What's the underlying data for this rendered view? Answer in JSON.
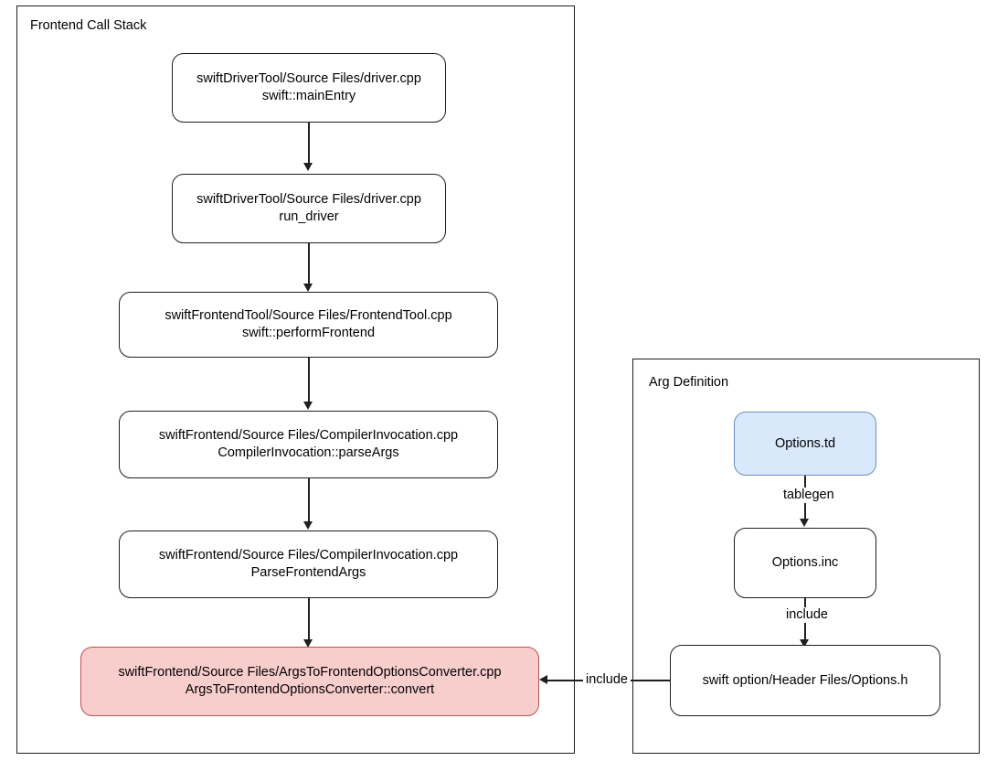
{
  "diagram": {
    "title_visible": false,
    "colors": {
      "stroke": "#1f1f1f",
      "node_fill": "#ffffff",
      "highlight_pink_fill": "#f8cecc",
      "highlight_pink_stroke": "#b85450",
      "highlight_blue_fill": "#dae8fc",
      "highlight_blue_stroke": "#6c8ebf",
      "background": "#ffffff"
    },
    "containers": [
      {
        "id": "frontend-call-stack",
        "label": "Frontend Call Stack"
      },
      {
        "id": "arg-definition",
        "label": "Arg Definition"
      }
    ],
    "nodes": [
      {
        "id": "main-entry",
        "line1": "swiftDriverTool/Source Files/driver.cpp",
        "line2": "swift::mainEntry",
        "style": "plain"
      },
      {
        "id": "run-driver",
        "line1": "swiftDriverTool/Source Files/driver.cpp",
        "line2": "run_driver",
        "style": "plain"
      },
      {
        "id": "perform-frontend",
        "line1": "swiftFrontendTool/Source Files/FrontendTool.cpp",
        "line2": "swift::performFrontend",
        "style": "plain"
      },
      {
        "id": "parse-args",
        "line1": "swiftFrontend/Source Files/CompilerInvocation.cpp",
        "line2": "CompilerInvocation::parseArgs",
        "style": "plain"
      },
      {
        "id": "parse-frontend-args",
        "line1": "swiftFrontend/Source Files/CompilerInvocation.cpp",
        "line2": "ParseFrontendArgs",
        "style": "plain"
      },
      {
        "id": "args-converter",
        "line1": "swiftFrontend/Source Files/ArgsToFrontendOptionsConverter.cpp",
        "line2": "ArgsToFrontendOptionsConverter::convert",
        "style": "pink"
      },
      {
        "id": "options-td",
        "line1": "Options.td",
        "line2": "",
        "style": "blue"
      },
      {
        "id": "options-inc",
        "line1": "Options.inc",
        "line2": "",
        "style": "plain"
      },
      {
        "id": "options-h",
        "line1": "swift option/Header Files/Options.h",
        "line2": "",
        "style": "plain"
      }
    ],
    "edges": [
      {
        "id": "e1",
        "from": "main-entry",
        "to": "run-driver",
        "label": ""
      },
      {
        "id": "e2",
        "from": "run-driver",
        "to": "perform-frontend",
        "label": ""
      },
      {
        "id": "e3",
        "from": "perform-frontend",
        "to": "parse-args",
        "label": ""
      },
      {
        "id": "e4",
        "from": "parse-args",
        "to": "parse-frontend-args",
        "label": ""
      },
      {
        "id": "e5",
        "from": "parse-frontend-args",
        "to": "args-converter",
        "label": ""
      },
      {
        "id": "e6",
        "from": "options-td",
        "to": "options-inc",
        "label": "tablegen"
      },
      {
        "id": "e7",
        "from": "options-inc",
        "to": "options-h",
        "label": "include"
      },
      {
        "id": "e8",
        "from": "options-h",
        "to": "args-converter",
        "label": "include"
      }
    ]
  }
}
